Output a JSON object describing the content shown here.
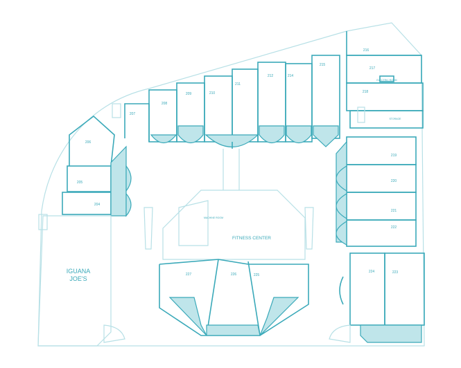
{
  "map": {
    "line_color": "#3aa9b9",
    "fill_color": "#bfe5ea",
    "units": [
      "204",
      "205",
      "206",
      "207",
      "208",
      "209",
      "210",
      "211",
      "212",
      "214",
      "215",
      "216",
      "217",
      "218",
      "219",
      "220",
      "221",
      "222",
      "223",
      "224",
      "225",
      "226",
      "227"
    ],
    "tenant": [
      "IGUANA",
      "JOE'S"
    ],
    "fitness_center": "FITNESS CENTER",
    "machine_room": "MACHINE ROOM",
    "electric_room": "ELECTRIC ROOM",
    "storage": "STORAGE"
  }
}
